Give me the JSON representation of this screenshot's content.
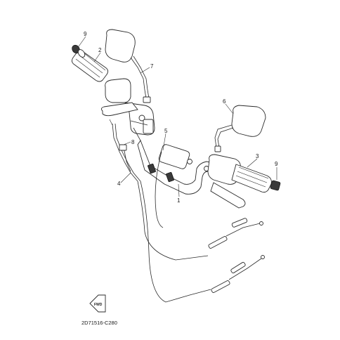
{
  "callouts": [
    {
      "id": "1",
      "label": "1"
    },
    {
      "id": "2",
      "label": "2"
    },
    {
      "id": "3",
      "label": "3"
    },
    {
      "id": "4",
      "label": "4"
    },
    {
      "id": "5",
      "label": "5"
    },
    {
      "id": "6",
      "label": "6"
    },
    {
      "id": "7",
      "label": "7"
    },
    {
      "id": "8",
      "label": "8"
    },
    {
      "id": "9a",
      "label": "9"
    },
    {
      "id": "9b",
      "label": "9"
    }
  ],
  "diagram_code": "2D71516-C280",
  "fwd_label": "FWD"
}
